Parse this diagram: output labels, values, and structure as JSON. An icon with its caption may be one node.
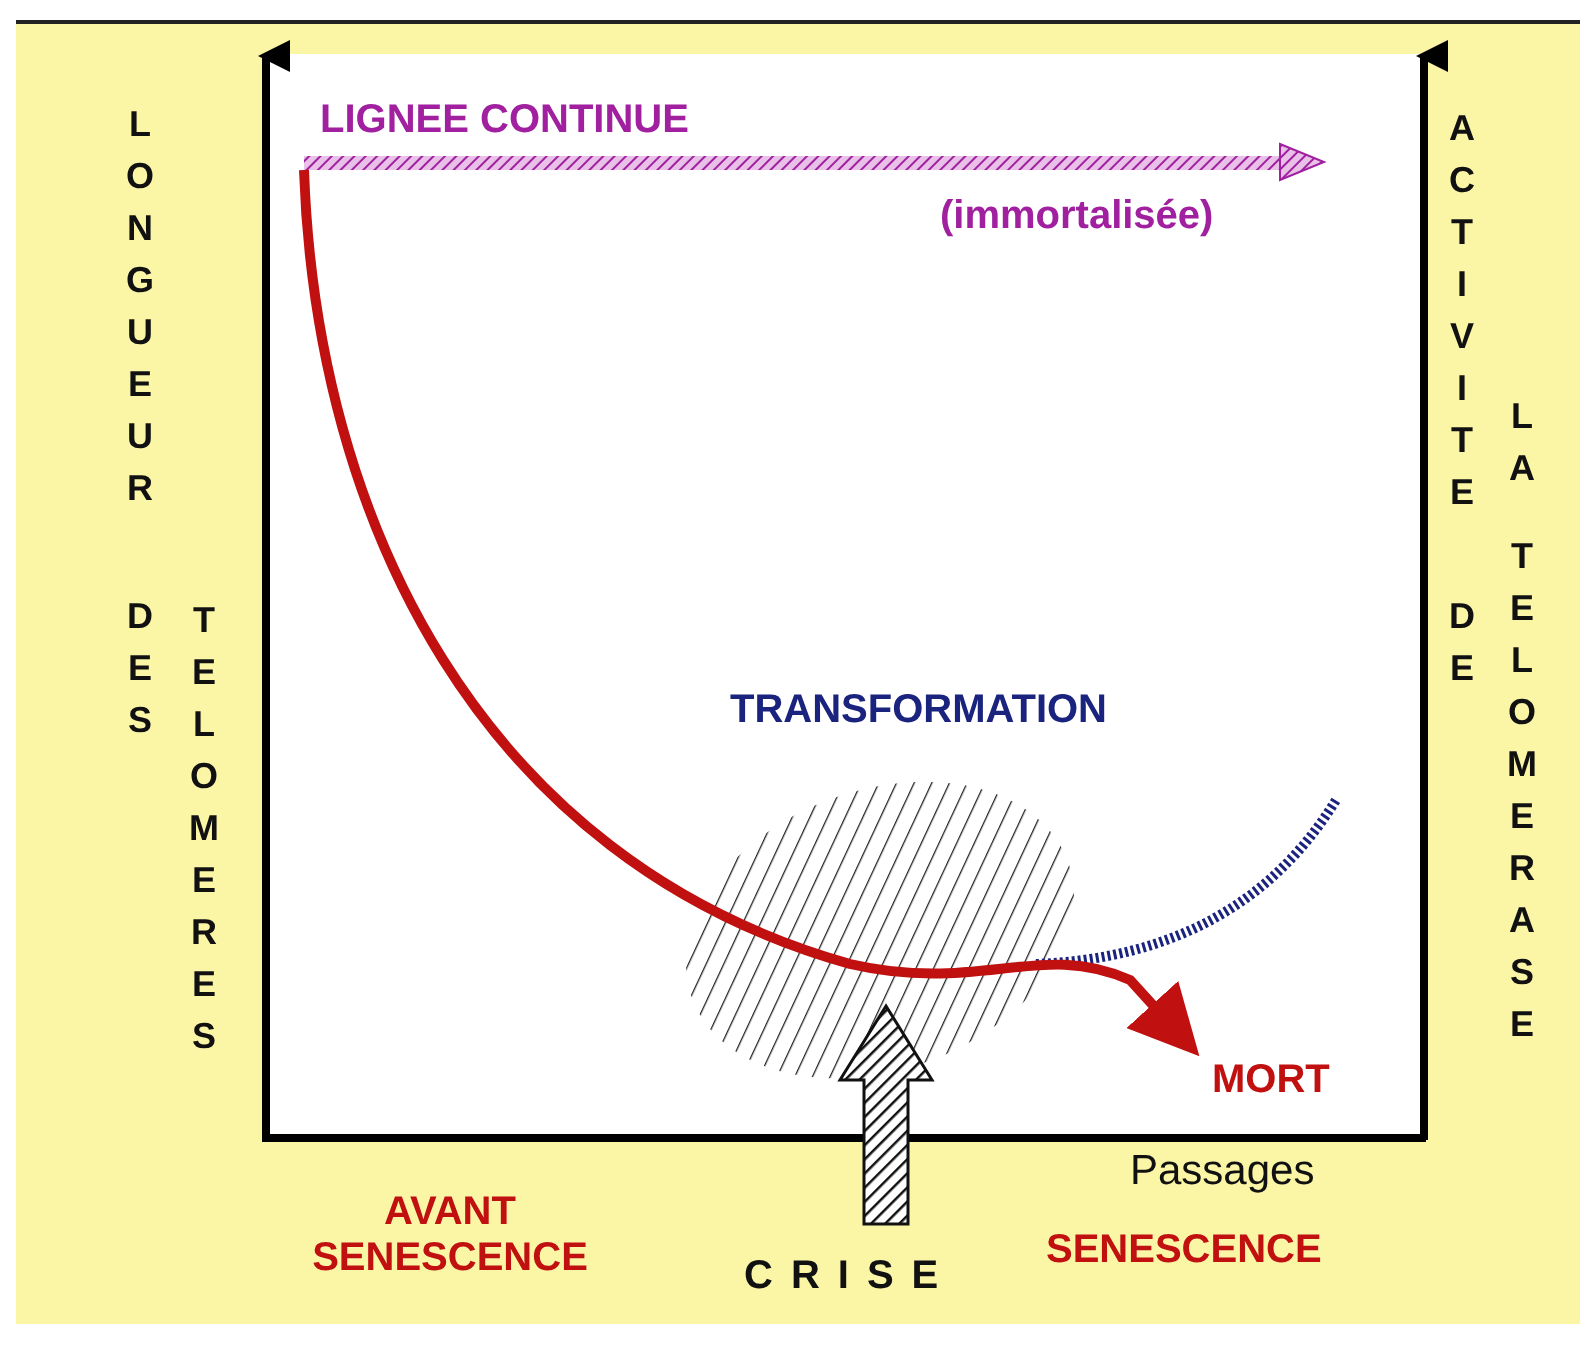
{
  "diagram": {
    "labels": [
      "LONGUEUR",
      "DES",
      "TELOMERES",
      "LIGNEE CONTINUE",
      "(immortalisée)",
      "ACTIVITE",
      "DE",
      "LA",
      "TELOMERASE",
      "TRANSFORMATION",
      "MORT",
      "Passages",
      "AVANT SENESCENCE",
      "CRISE",
      "SENESCENCE"
    ]
  }
}
